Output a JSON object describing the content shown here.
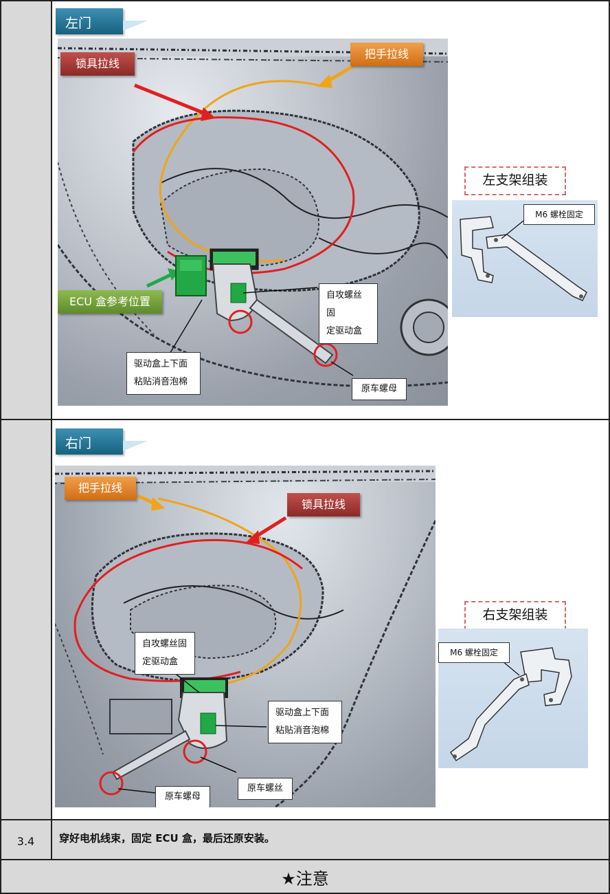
{
  "section_left": {
    "tab": "左门",
    "labels": {
      "lock_cable": "锁具拉线",
      "handle_cable": "把手拉线",
      "ecu": "ECU 盒参考位置",
      "self_tap_line1": "自攻螺丝固",
      "self_tap_line2": "定驱动盒",
      "foam_line1": "驱动盒上下面",
      "foam_line2": "粘贴消音泡棉",
      "orig_nut": "原车螺母"
    },
    "bracket_title": "左支架组装",
    "bracket_label": "M6 螺栓固定"
  },
  "section_right": {
    "tab": "右门",
    "labels": {
      "handle_cable": "把手拉线",
      "lock_cable": "锁具拉线",
      "self_tap_line1": "自攻螺丝固",
      "self_tap_line2": "定驱动盒",
      "foam_line1": "驱动盒上下面",
      "foam_line2": "粘贴消音泡棉",
      "orig_nut": "原车螺母",
      "orig_screw": "原车螺丝"
    },
    "bracket_title": "右支架组装",
    "bracket_label": "M6 螺栓固定"
  },
  "step": {
    "number": "3.4",
    "text": "穿好电机线束，固定 ECU 盒，最后还原安装。"
  },
  "notice": "★注意",
  "colors": {
    "lock_cable": "#e02020",
    "handle_cable": "#f0a418",
    "ecu_green": "#22a845"
  }
}
